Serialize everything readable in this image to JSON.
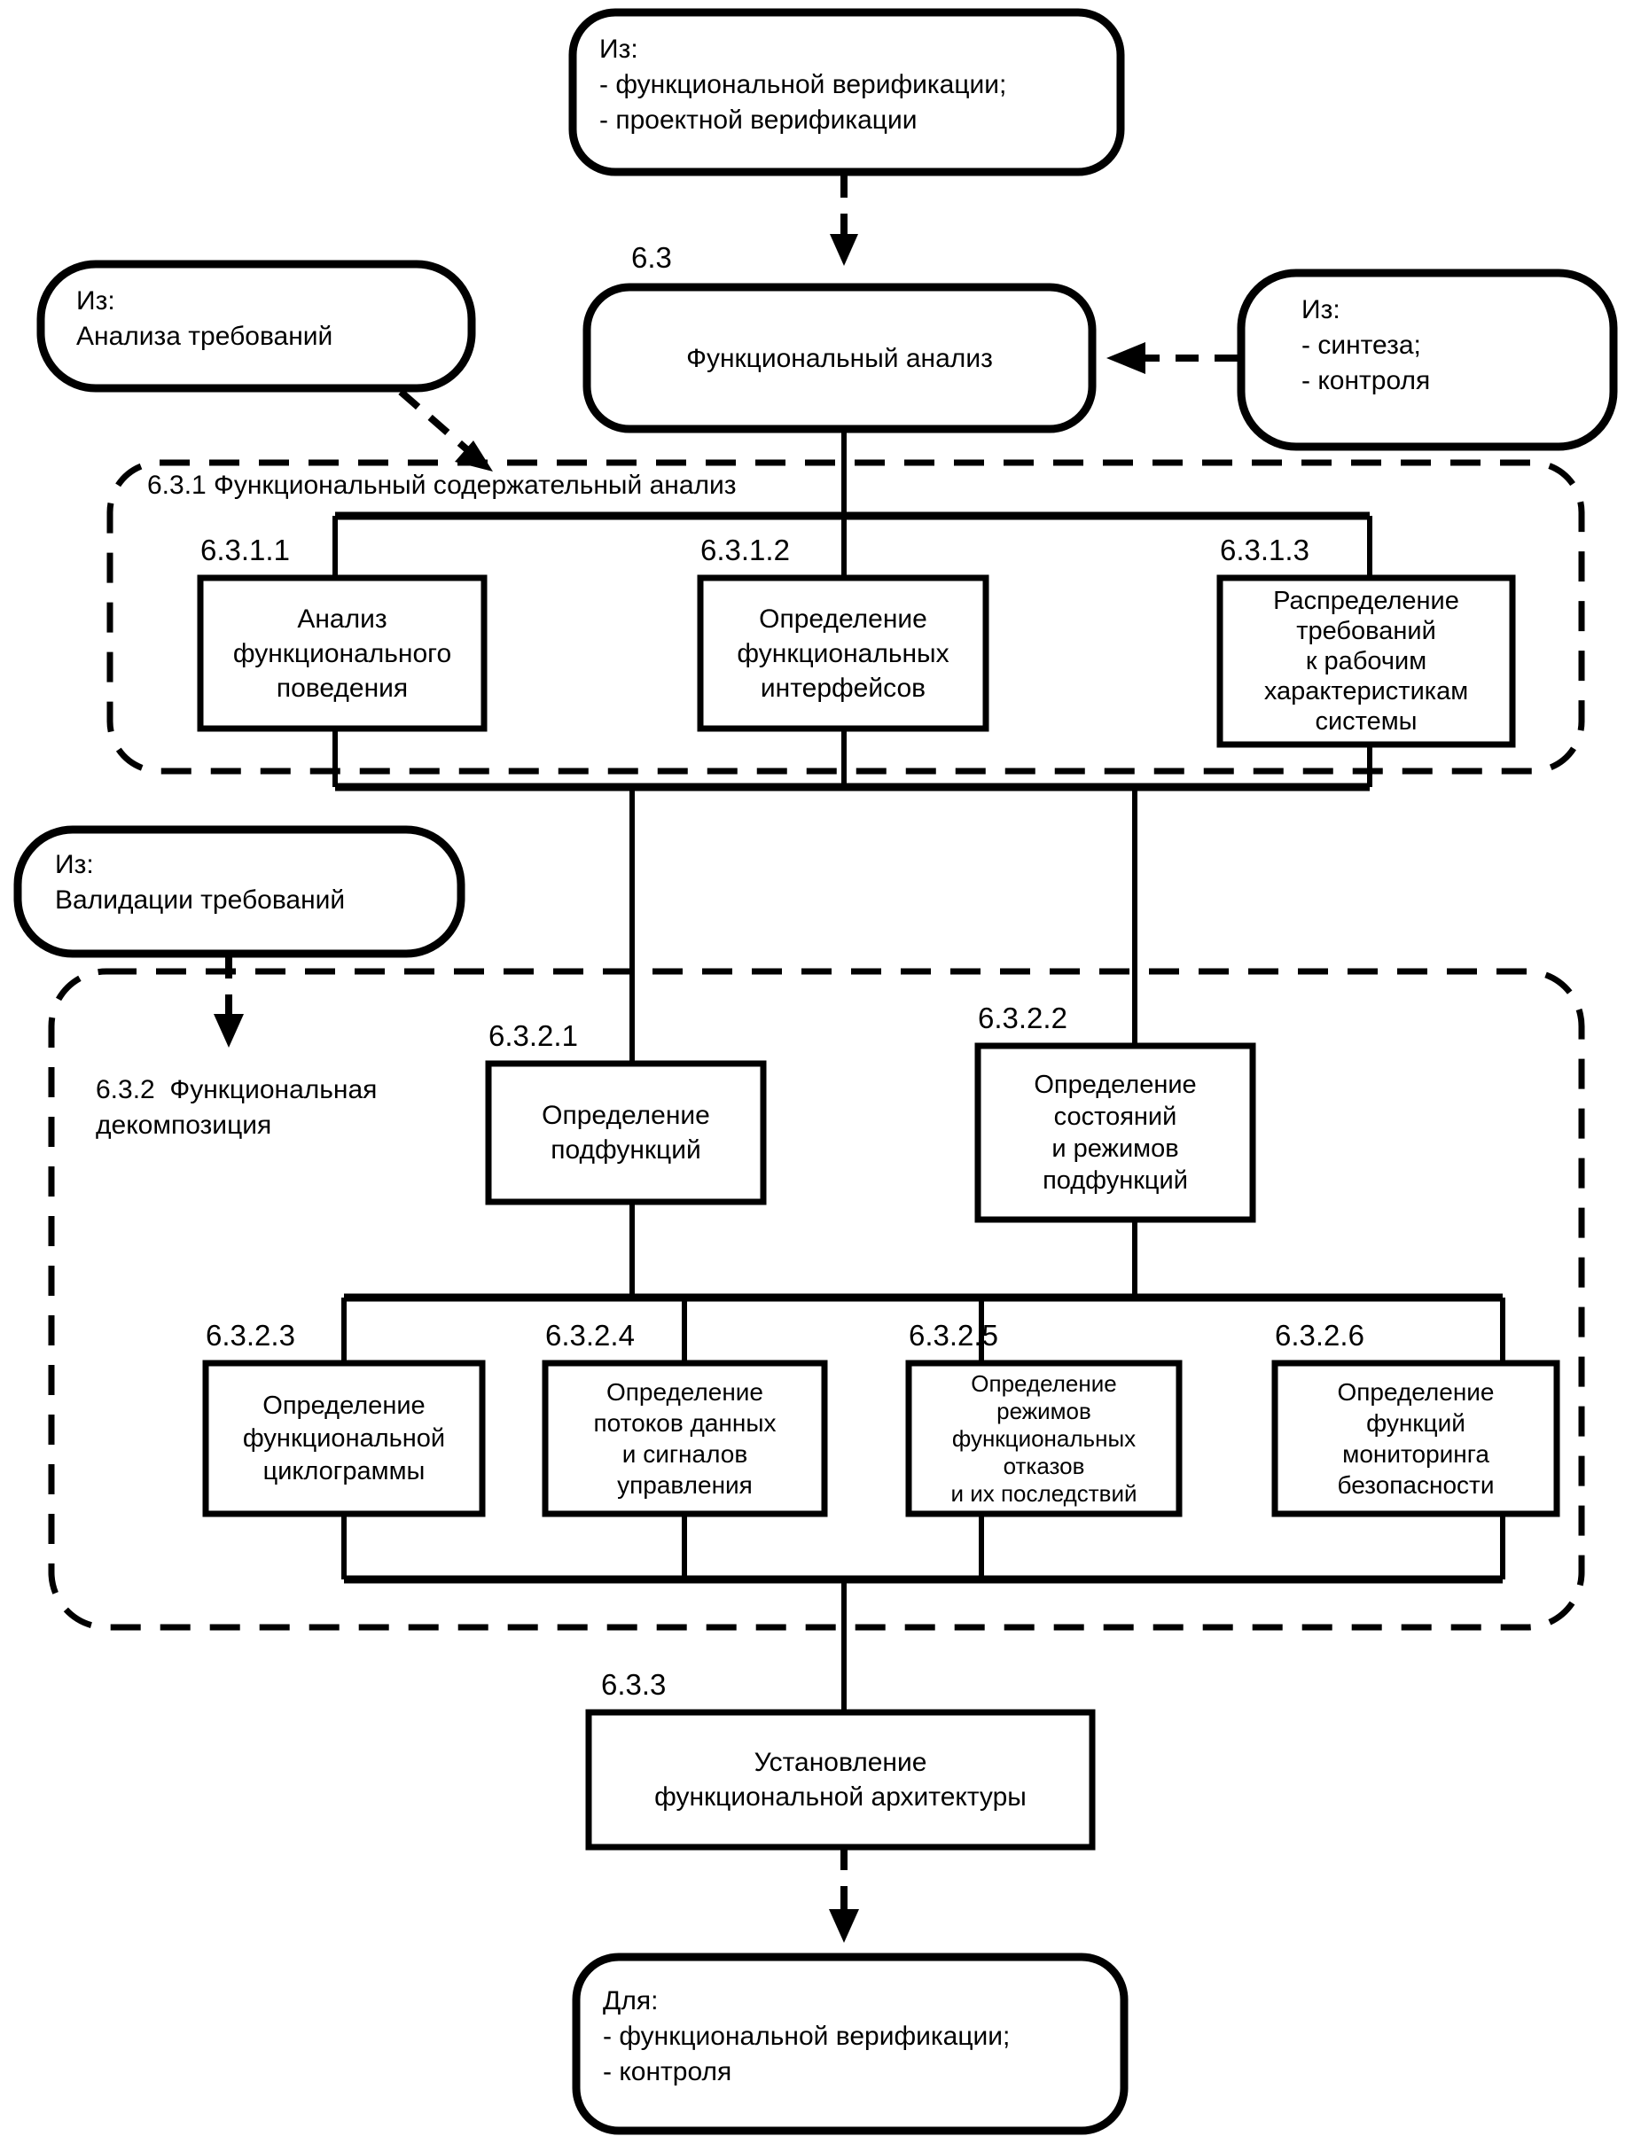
{
  "diagram": {
    "title_section": "6.3",
    "main_process": "Функциональный анализ",
    "inputs": {
      "top": "Из:\n- функциональной верификации;\n- проектной верификации",
      "left_upper": "Из:\nАнализа требований",
      "right": "Из:\n- синтеза;\n- контроля",
      "left_lower": "Из:\nВалидации требований"
    },
    "output": "Для:\n- функциональной верификации;\n- контроля",
    "groups": [
      {
        "id": "6.3.1",
        "label": "6.3.1 Функциональный содержательный анализ"
      },
      {
        "id": "6.3.2",
        "label": "6.3.2  Функциональная\nдекомпозиция"
      }
    ],
    "boxes": [
      {
        "num": "6.3.1.1",
        "text": "Анализ\nфункционального\nповедения"
      },
      {
        "num": "6.3.1.2",
        "text": "Определение\nфункциональных\nинтерфейсов"
      },
      {
        "num": "6.3.1.3",
        "text": "Распределение\nтребований\nк рабочим\nхарактеристикам\nсистемы"
      },
      {
        "num": "6.3.2.1",
        "text": "Определение\nподфункций"
      },
      {
        "num": "6.3.2.2",
        "text": "Определение\nсостояний\nи режимов\nподфункций"
      },
      {
        "num": "6.3.2.3",
        "text": "Определение\nфункциональной\nциклограммы"
      },
      {
        "num": "6.3.2.4",
        "text": "Определение\nпотоков данных\nи сигналов\nуправления"
      },
      {
        "num": "6.3.2.5",
        "text": "Определение\nрежимов\nфункциональных\nотказов\nи их последствий"
      },
      {
        "num": "6.3.2.6",
        "text": "Определение\nфункций\nмониторинга\nбезопасности"
      },
      {
        "num": "6.3.3",
        "text": "Установление\nфункциональной архитектуры"
      }
    ],
    "colors": {
      "stroke": "#000000",
      "fill": "#ffffff"
    }
  }
}
